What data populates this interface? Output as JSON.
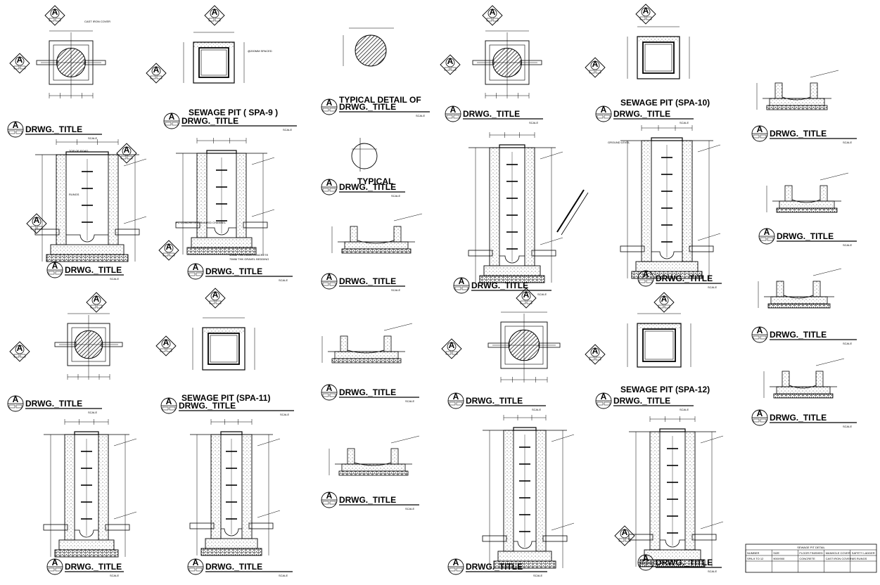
{
  "drawing_title": "DRWG._TITLE",
  "scale_label": "SCALE",
  "callout_letter": "A",
  "headings": {
    "spa9": "SEWAGE PIT ( SPA-9 )",
    "spa10": "SEWAGE PIT (SPA-10)",
    "spa11": "SEWAGE PIT (SPA-11)",
    "spa12": "SEWAGE PIT (SPA-12)",
    "typical_detail": "TYPICAL DETAIL OF",
    "typical": "TYPICAL"
  },
  "labels": {
    "cast_iron_cover": "CAST IRON COVER",
    "pc_concrete": "PC CONCRETE U-SHAPED CHANNEL",
    "lean_concrete": "50MM THK LEAN CONCRETE",
    "gravel_bedding": "75MM THK GRAVEL BEDDING",
    "rungs": "RUNGS",
    "top_of_road": "TOP OF ROAD",
    "ground_level": "GROUND LEVEL",
    "rebar_spacing": "@200MM SPACED"
  },
  "schedule": {
    "title": "SEWAGE PIT DETAIL",
    "headers": [
      "NUMBER",
      "SIZE",
      "FLOOR FINISHED",
      "MANHOLE COVER",
      "SAFETY LADDER"
    ],
    "row": [
      "SPA-9 TO 12",
      "900X900",
      "CONCRETE",
      "CAST IRON COVER",
      "MS RUNGS"
    ]
  }
}
